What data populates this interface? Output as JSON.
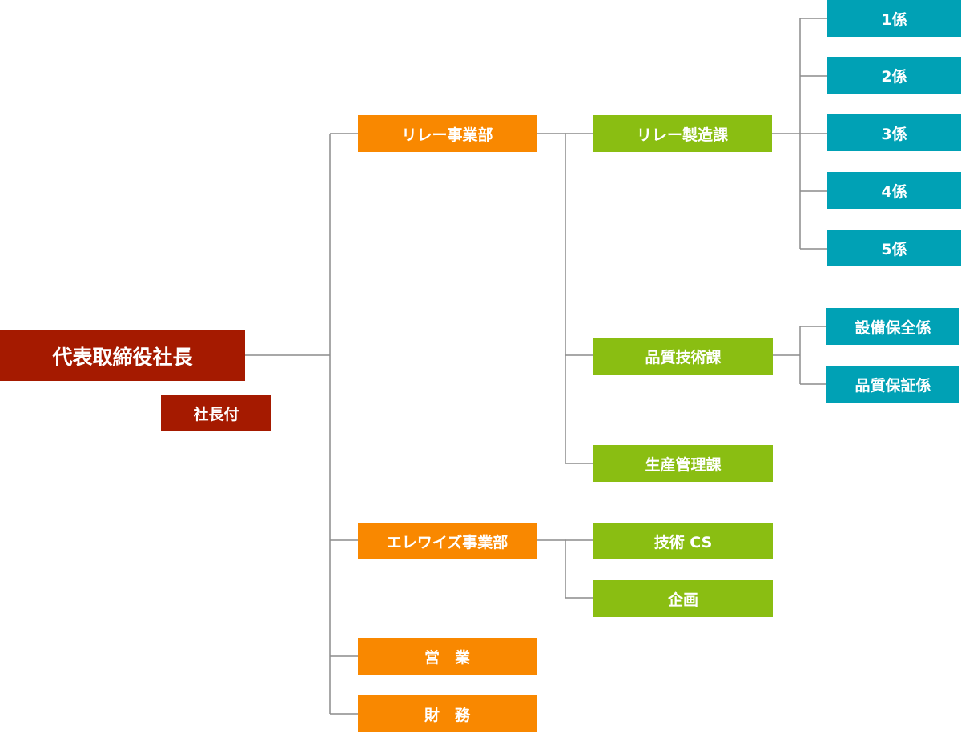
{
  "president": "代表取締役社長",
  "president_staff": "社長付",
  "divisions": {
    "relay": "リレー事業部",
    "elewise": "エレワイズ事業部",
    "sales": "営　業",
    "finance": "財　務"
  },
  "relay_departments": {
    "manufacturing": "リレー製造課",
    "quality_engineering": "品質技術課",
    "production_control": "生産管理課"
  },
  "elewise_departments": {
    "engineering_cs": "技術 CS",
    "planning": "企画"
  },
  "manufacturing_sections": [
    "1係",
    "2係",
    "3係",
    "4係",
    "5係"
  ],
  "quality_sections": {
    "maintenance": "設備保全係",
    "assurance": "品質保証係"
  },
  "colors": {
    "executive": "#a51a00",
    "division": "#f98800",
    "department": "#8abe12",
    "section": "#00a1b5",
    "connector": "#8c8c8c"
  }
}
